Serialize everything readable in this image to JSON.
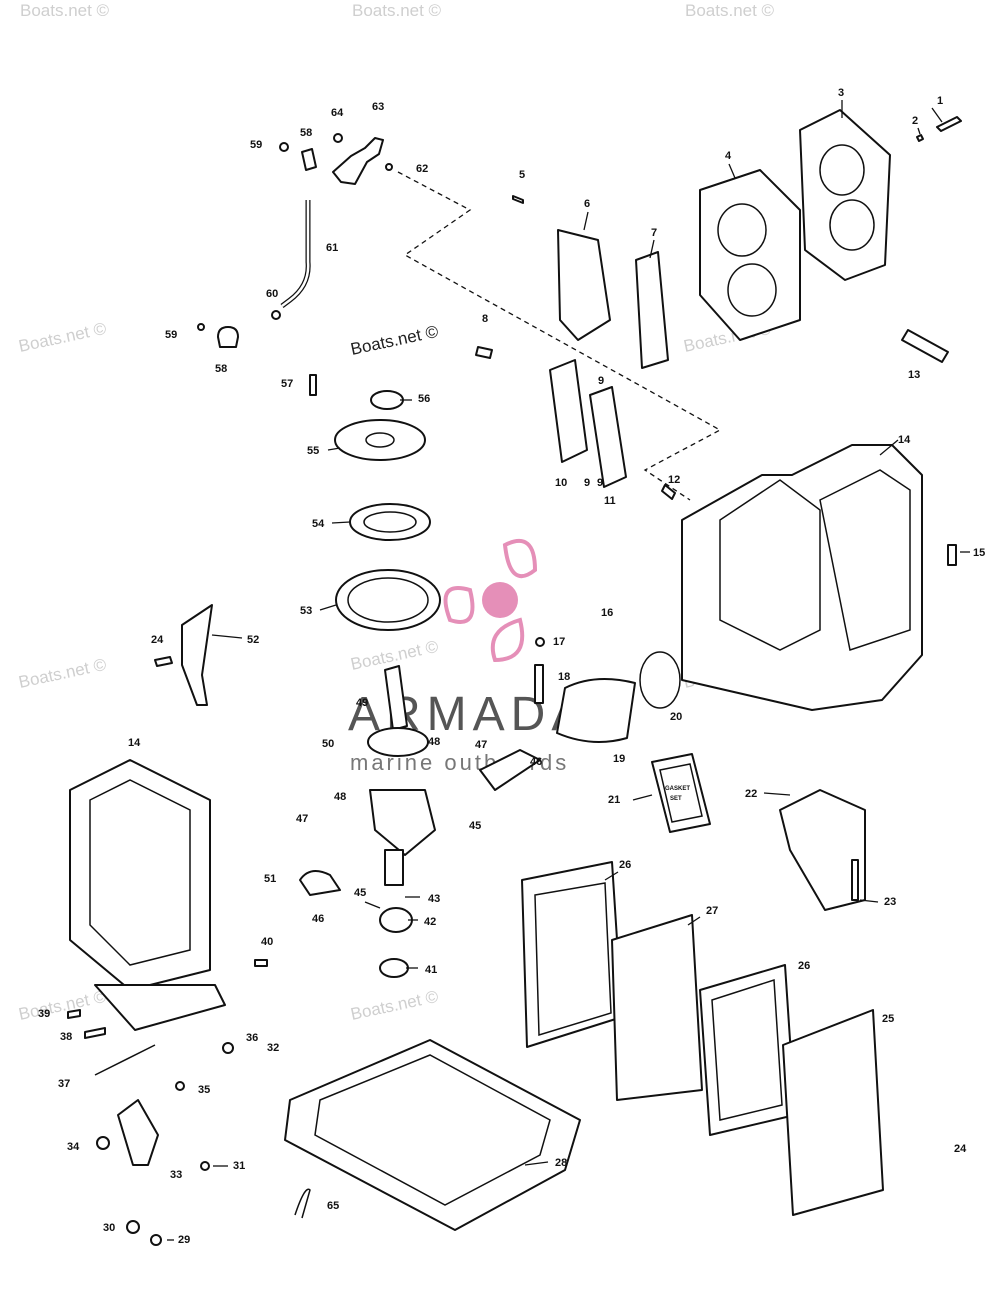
{
  "watermark": {
    "text": "Boats.net ©",
    "color": "#cfcfcf"
  },
  "brand": {
    "name": "ARMADA",
    "tagline": "marine outboards",
    "logo_color": "#e58fb8"
  },
  "gasket_kit_label": [
    "GASKET",
    "SET"
  ],
  "callouts": [
    "1",
    "2",
    "3",
    "4",
    "5",
    "6",
    "7",
    "8",
    "9",
    "9",
    "9",
    "10",
    "11",
    "12",
    "13",
    "14",
    "14",
    "15",
    "16",
    "17",
    "18",
    "19",
    "20",
    "21",
    "22",
    "23",
    "24",
    "24",
    "25",
    "26",
    "26",
    "27",
    "28",
    "29",
    "30",
    "31",
    "32",
    "33",
    "34",
    "35",
    "36",
    "37",
    "38",
    "39",
    "40",
    "41",
    "42",
    "43",
    "45",
    "45",
    "46",
    "46",
    "47",
    "47",
    "48",
    "48",
    "49",
    "50",
    "51",
    "52",
    "53",
    "54",
    "55",
    "56",
    "57",
    "58",
    "58",
    "59",
    "59",
    "60",
    "61",
    "62",
    "63",
    "64",
    "65"
  ]
}
